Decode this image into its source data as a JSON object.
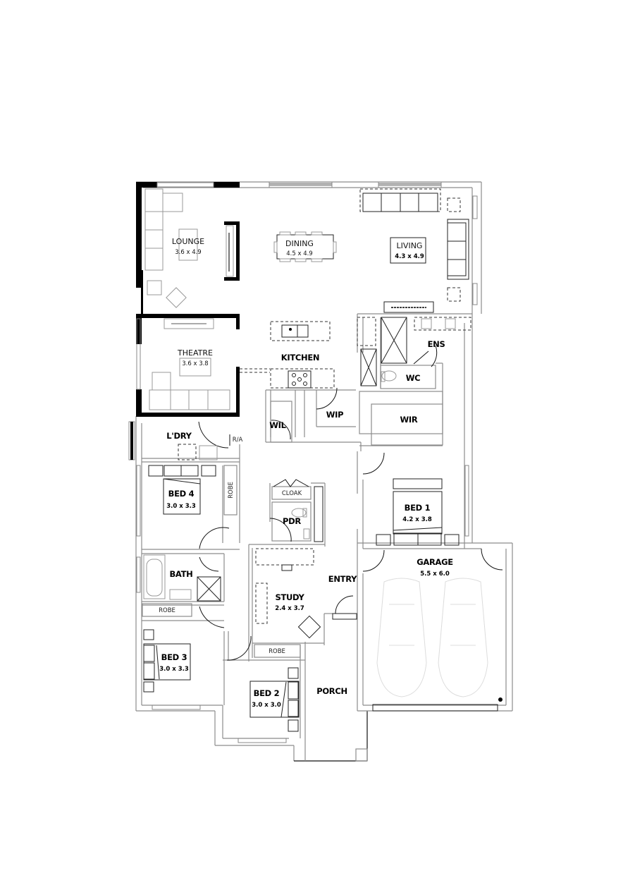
{
  "plan": {
    "rooms": {
      "lounge": {
        "name": "LOUNGE",
        "size": "3.6 x 4.9"
      },
      "dining": {
        "name": "DINING",
        "size": "4.5 x 4.9"
      },
      "living": {
        "name": "LIVING",
        "size": "4.3 x 4.9"
      },
      "theatre": {
        "name": "THEATRE",
        "size": "3.6 x 3.8"
      },
      "kitchen": {
        "name": "KITCHEN"
      },
      "ens": {
        "name": "ENS"
      },
      "wc": {
        "name": "WC"
      },
      "wil": {
        "name": "WIL"
      },
      "wip": {
        "name": "WIP"
      },
      "wir": {
        "name": "WIR"
      },
      "ldry": {
        "name": "L'DRY"
      },
      "ra": {
        "name": "R/A"
      },
      "bed4": {
        "name": "BED 4",
        "size": "3.0 x 3.3",
        "robe": "ROBE"
      },
      "cloak": {
        "name": "CLOAK"
      },
      "pdr": {
        "name": "PDR"
      },
      "bed1": {
        "name": "BED 1",
        "size": "4.2 x 3.8"
      },
      "bath": {
        "name": "BATH"
      },
      "robe_bath": {
        "name": "ROBE"
      },
      "entry": {
        "name": "ENTRY"
      },
      "study": {
        "name": "STUDY",
        "size": "2.4 x 3.7"
      },
      "garage": {
        "name": "GARAGE",
        "size": "5.5 x 6.0"
      },
      "bed3": {
        "name": "BED 3",
        "size": "3.0 x 3.3"
      },
      "robe_study": {
        "name": "ROBE"
      },
      "bed2": {
        "name": "BED 2",
        "size": "3.0 x 3.0"
      },
      "porch": {
        "name": "PORCH"
      }
    },
    "colors": {
      "wall_thick": "#000000",
      "wall_line": "#8c8c8c",
      "window_glass": "#bdbdbd",
      "car_outline": "#dcdcdc"
    }
  }
}
